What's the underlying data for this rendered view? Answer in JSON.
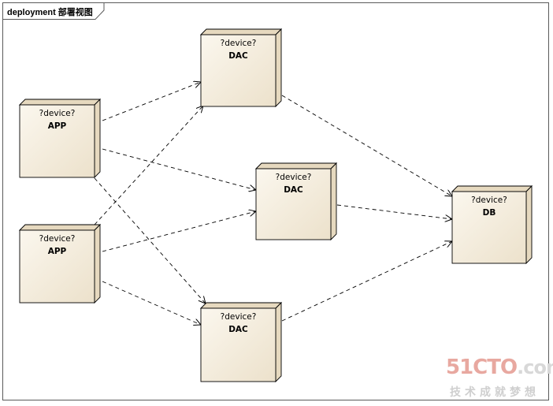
{
  "diagram": {
    "title": "deployment 部署视图",
    "stereotype": "?device?",
    "nodes": [
      {
        "id": "app1",
        "name": "APP"
      },
      {
        "id": "app2",
        "name": "APP"
      },
      {
        "id": "dac1",
        "name": "DAC"
      },
      {
        "id": "dac2",
        "name": "DAC"
      },
      {
        "id": "dac3",
        "name": "DAC"
      },
      {
        "id": "db",
        "name": "DB"
      }
    ],
    "edges": [
      {
        "from": "app1",
        "to": "dac1"
      },
      {
        "from": "app1",
        "to": "dac2"
      },
      {
        "from": "app1",
        "to": "dac3"
      },
      {
        "from": "app2",
        "to": "dac1"
      },
      {
        "from": "app2",
        "to": "dac2"
      },
      {
        "from": "app2",
        "to": "dac3"
      },
      {
        "from": "dac1",
        "to": "db"
      },
      {
        "from": "dac2",
        "to": "db"
      },
      {
        "from": "dac3",
        "to": "db"
      }
    ],
    "colors": {
      "node_fill_top": "#fbf7ee",
      "node_fill_bottom": "#ece1cb",
      "node_side": "#e6d9bf",
      "stroke": "#000000"
    }
  },
  "watermark": {
    "main": "51CTO",
    "suffix": ".com",
    "sub": "技术成就梦想"
  }
}
